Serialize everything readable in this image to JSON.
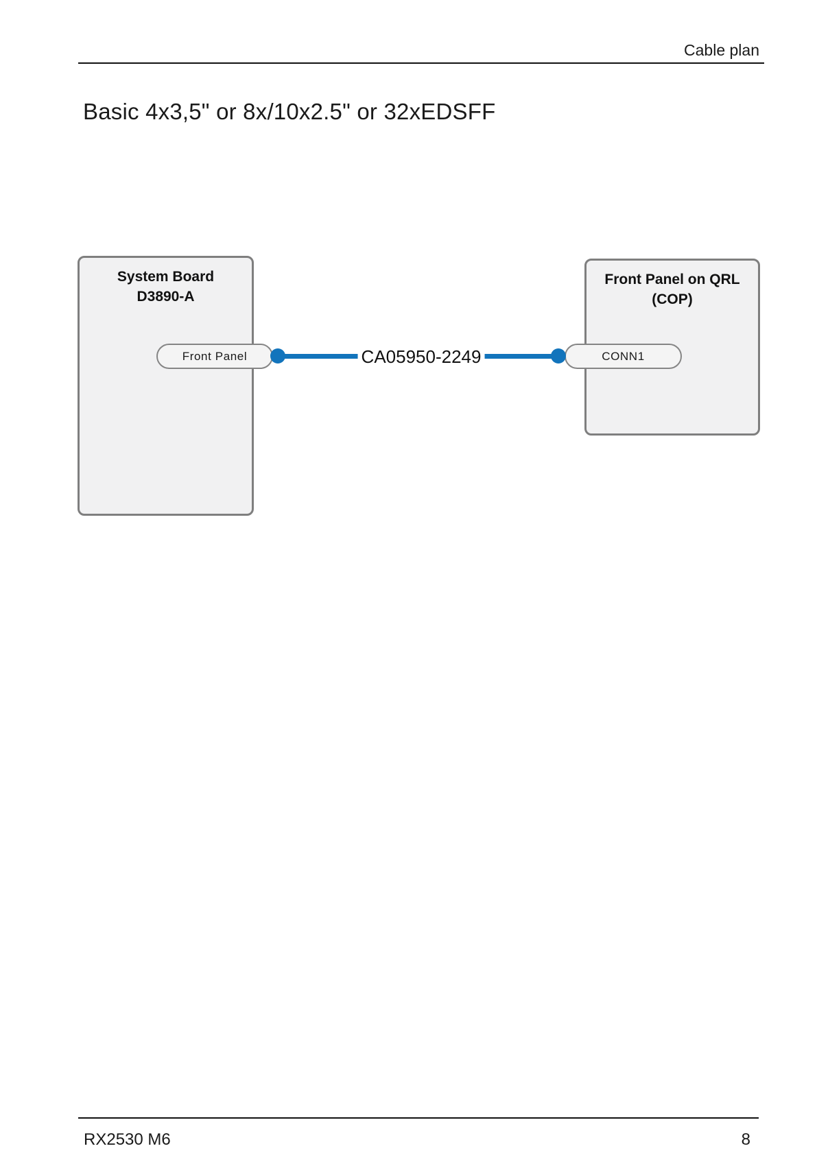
{
  "header": {
    "title": "Cable plan"
  },
  "heading": "Basic 4x3,5\" or 8x/10x2.5\" or 32xEDSFF",
  "diagram": {
    "boxes": [
      {
        "id": "system-board",
        "title_line1": "System Board",
        "title_line2": "D3890-A",
        "port": {
          "label": "Front Panel"
        }
      },
      {
        "id": "front-panel-qrl",
        "title_line1": "Front Panel on QRL",
        "title_line2": "(COP)",
        "port": {
          "label": "CONN1"
        }
      }
    ],
    "cable": {
      "label": "CA05950-2249",
      "color": "#1274bc"
    },
    "colors": {
      "box_fill": "#f1f1f2",
      "box_border": "#7f7f7f",
      "port_fill": "#f4f4f4",
      "port_border": "#858585"
    }
  },
  "footer": {
    "model": "RX2530 M6",
    "page_number": "8"
  }
}
